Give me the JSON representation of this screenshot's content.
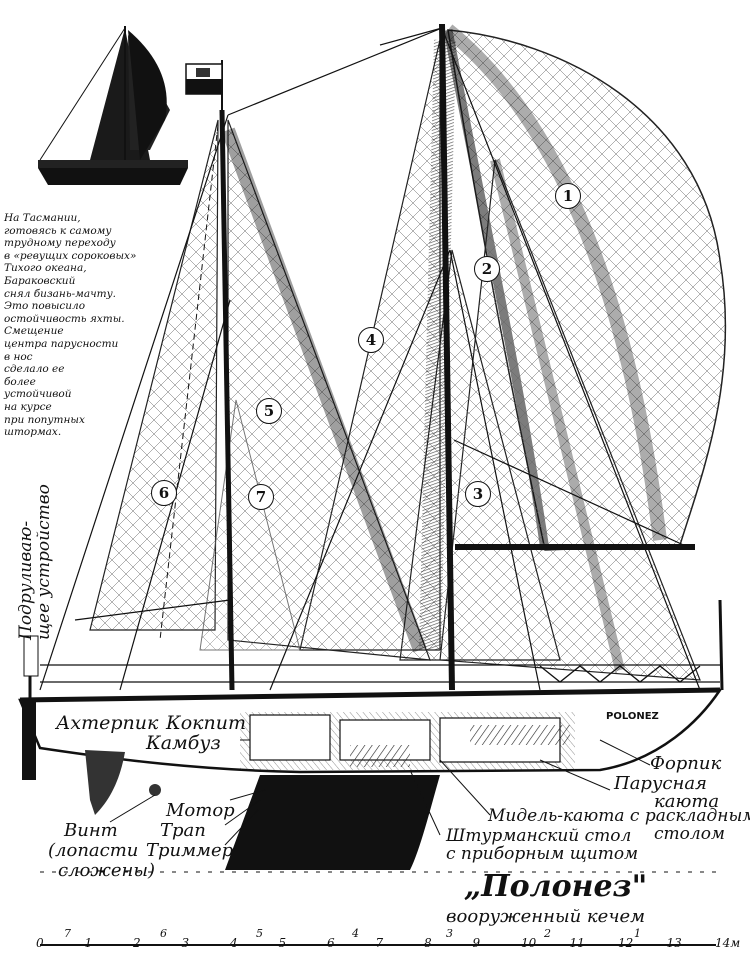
{
  "caption_text": [
    "На Тасмании,",
    "готовясь к самому",
    "трудному переходу",
    "в «ревущих сороковых»",
    "Тихого океана,",
    "Бараковский",
    "снял бизань-мачту.",
    "Это повысило",
    "остойчивость яхты.",
    "Смещение",
    "центра парусности",
    "в нос",
    "сделало ее",
    "более",
    "устойчивой",
    "на курсе",
    "при попутных",
    "штормах."
  ],
  "sail_numbers": [
    "1",
    "2",
    "3",
    "4",
    "5",
    "6",
    "7"
  ],
  "hull_name": "POLONEZ",
  "hull_name_small": "POLONEZ",
  "vertical_label_1": "Подруливаю-",
  "vertical_label_2": "щее устройство",
  "labels": {
    "achterpik": "Ахтерпик",
    "kokpit": "Кокпит",
    "kambuz": "Камбуз",
    "forpik": "Форпик",
    "parusnaya_1": "Парусная",
    "parusnaya_2": "каюта",
    "midel_1": "Мидель-каюта с раскладным",
    "midel_2": "столом",
    "shturman_1": "Штурманский стол",
    "shturman_2": "с приборным щитом",
    "motor": "Мотор",
    "trap": "Трап",
    "trimmer": "Триммер",
    "vint_1": "Винт",
    "vint_2": "(лопасти",
    "vint_3": "сложены)"
  },
  "title_1": "„Полонез\"",
  "title_2": "вооруженный кечем",
  "scale": {
    "meters": [
      "0",
      "1",
      "2",
      "3",
      "4",
      "5",
      "6",
      "7",
      "8",
      "9",
      "10",
      "11",
      "12",
      "13",
      "14м"
    ],
    "frames": [
      "7",
      "6",
      "5",
      "4",
      "3",
      "2",
      "1"
    ]
  }
}
